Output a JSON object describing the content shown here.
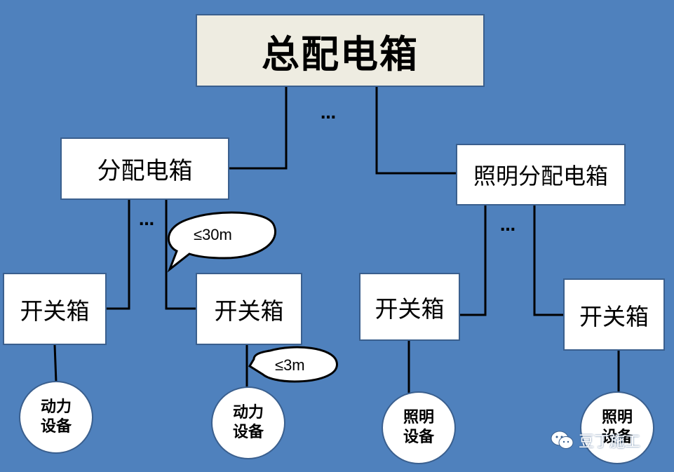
{
  "diagram": {
    "main_box": "总配电箱",
    "sub_box": "分配电箱",
    "lighting_box": "照明分配电箱",
    "switch_boxes": [
      "开关箱",
      "开关箱",
      "开关箱",
      "开关箱"
    ],
    "equipment": [
      {
        "line1": "动力",
        "line2": "设备"
      },
      {
        "line1": "动力",
        "line2": "设备"
      },
      {
        "line1": "照明",
        "line2": "设备"
      },
      {
        "line1": "照明",
        "line2": "设备"
      }
    ],
    "ellipsis": "…",
    "callout_30": "≤30m",
    "callout_3": "≤3m"
  },
  "watermark": {
    "icon": "wechat-icon",
    "text": "豆丁施工"
  },
  "colors": {
    "background": "#4f81bd",
    "main_box_fill": "#eeece1",
    "box_fill": "#ffffff",
    "line": "#000000"
  }
}
